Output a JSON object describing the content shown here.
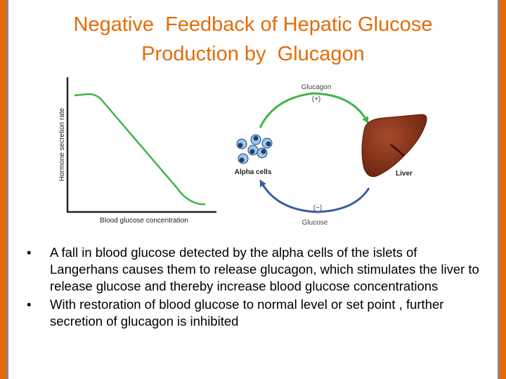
{
  "title": {
    "line1": "Negative  Feedback of Hepatic Glucose",
    "line2": "Production by  Glucagon"
  },
  "diagram": {
    "y_axis_label": "Hormone secretion rate",
    "x_axis_label": "Blood glucose concentration",
    "glucagon_label": "Glucagon",
    "glucagon_sign": "(+)",
    "glucose_label": "Glucose",
    "glucose_sign": "(−)",
    "alpha_cells_label": "Alpha cells",
    "liver_label": "Liver"
  },
  "bullets": [
    "A fall in blood glucose detected by the alpha cells of the islets of Langerhans causes them to release glucagon, which stimulates the liver to release glucose and thereby increase blood glucose concentrations",
    "With restoration of blood glucose to normal level or set point , further secretion of glucagon is inhibited"
  ],
  "colors": {
    "accent": "#e36c0a",
    "curve": "#3fb449",
    "glucagon_arrow": "#3fb449",
    "glucose_arrow": "#3b5ba9",
    "liver": "#8b2e16",
    "alpha_cell": "#1f3e78"
  }
}
